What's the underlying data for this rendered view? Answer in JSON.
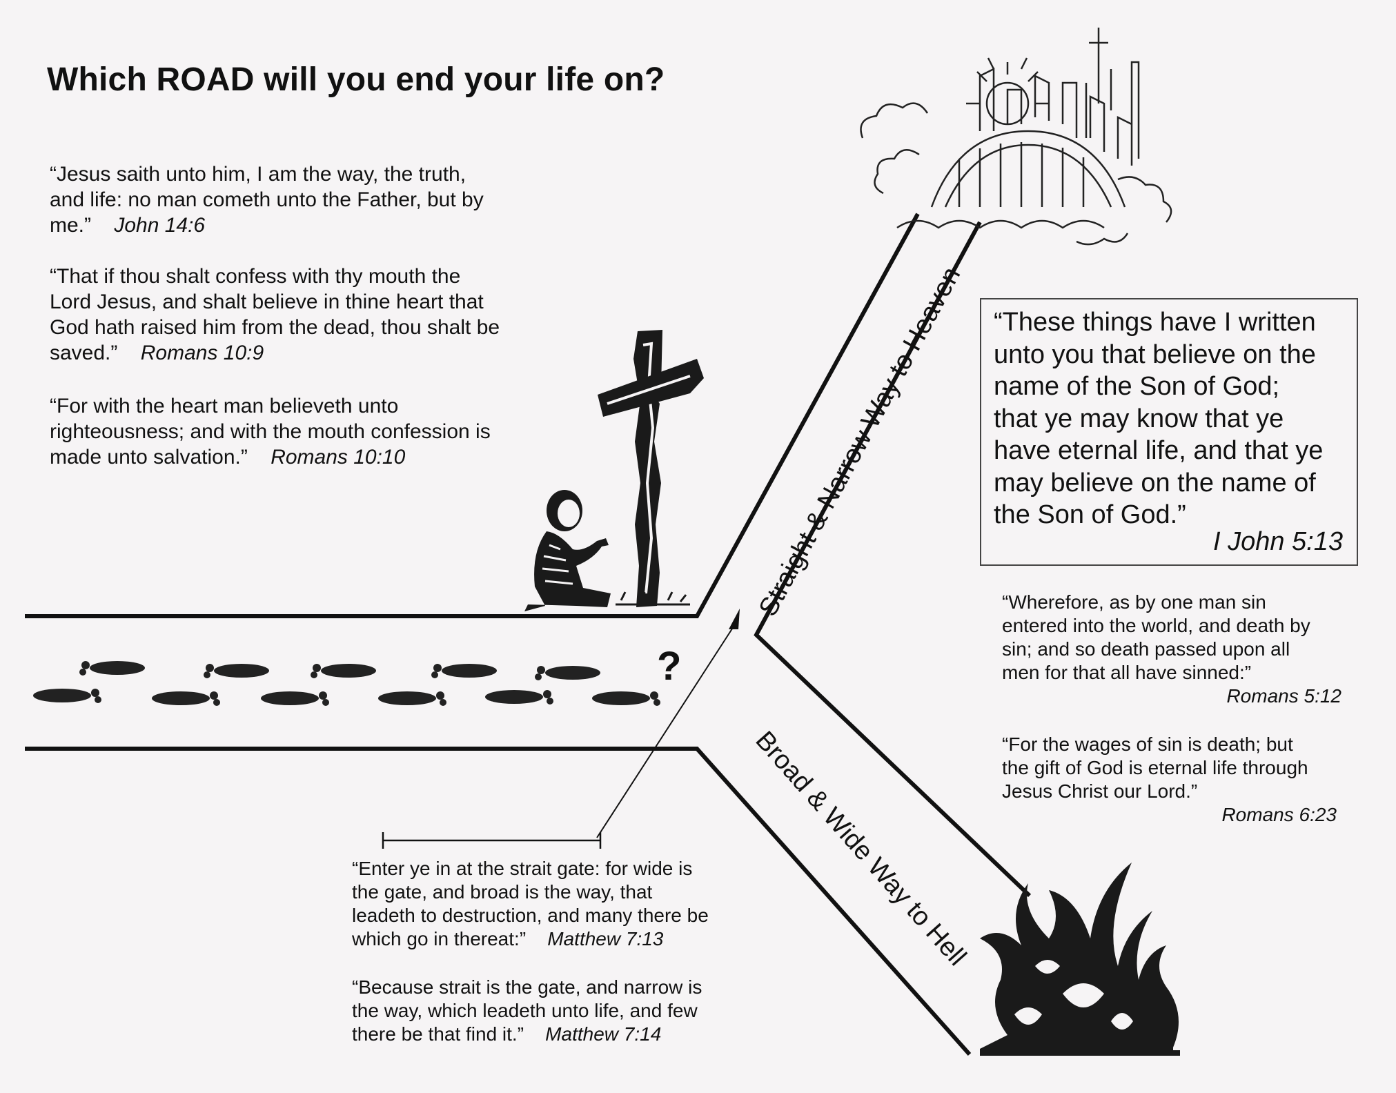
{
  "title": "Which ROAD will you end your life on?",
  "verses_left": [
    {
      "lines": [
        "“Jesus saith unto him, I am the way, the truth,",
        "and life:  no man cometh unto the Father, but by",
        "me.”"
      ],
      "ref": "John 14:6"
    },
    {
      "lines": [
        "“That if thou shalt confess with thy mouth the",
        "Lord Jesus, and shalt believe in thine heart that",
        "God hath raised him from the dead, thou shalt be",
        "saved.”"
      ],
      "ref": "Romans 10:9"
    },
    {
      "lines": [
        "“For with the heart man believeth unto",
        "righteousness; and with the mouth confession is",
        "made unto salvation.”"
      ],
      "ref": "Romans 10:10"
    }
  ],
  "box_quote": {
    "lines": [
      "“These things have I written",
      "unto you that believe on the",
      "name of the Son of God;",
      "that ye may know that ye",
      "have eternal life, and that ye",
      "may believe on the name of",
      "the Son of God.”"
    ],
    "ref": "I John 5:13"
  },
  "verses_right": [
    {
      "lines": [
        "“Wherefore, as by one man sin",
        "entered into the world, and death by",
        "sin; and so death passed upon all",
        "men for that all have sinned:”"
      ],
      "ref": "Romans 5:12"
    },
    {
      "lines": [
        "“For the wages of sin is death; but",
        "the gift of God is eternal life through",
        "Jesus Christ our Lord.”"
      ],
      "ref": "Romans 6:23"
    }
  ],
  "verses_bottom": [
    {
      "lines": [
        "“Enter ye in at the strait gate:  for wide is",
        "the gate, and broad is the way, that",
        "leadeth to destruction, and many there be",
        "which go in thereat:”"
      ],
      "ref": "Matthew 7:13"
    },
    {
      "lines": [
        "“Because strait is the gate, and narrow is",
        "the way, which leadeth unto life, and few",
        "there be that find it.”"
      ],
      "ref": "Matthew 7:14"
    }
  ],
  "road_heaven_label": "Straight & Narrow Way to Heaven",
  "road_hell_label": "Broad & Wide Way to Hell",
  "question_mark": "?",
  "icons": [
    "kneeling-person-icon",
    "cross-icon",
    "footprints-icon",
    "heavenly-city-icon",
    "flames-icon",
    "arrow-icon"
  ]
}
